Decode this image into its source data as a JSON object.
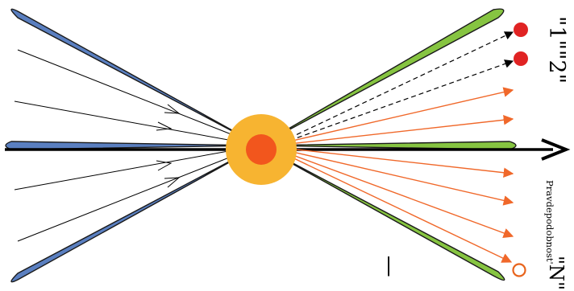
{
  "labels": {
    "particle_1": "\"1\"",
    "particle_2": "\"2\"",
    "probability_prefix": "Pravdepodobnost'",
    "probability_n": "\"N\"",
    "minus_mark": "|"
  },
  "colors": {
    "incoming_lobe": "#5a7fc0",
    "outgoing_lobe": "#86c441",
    "lobe_edge": "#1a1a1a",
    "core_outer": "#f7b431",
    "core_inner": "#f2561d",
    "outgoing_arrow": "#f0682a",
    "detected_particle": "#e02323",
    "undetected_particle": "#ffffff",
    "undetected_particle_edge": "#e8641c",
    "axis": "#000000"
  },
  "icons": {
    "particle_marker": "filled-circle",
    "missing_particle_marker": "hollow-circle",
    "axis_arrow": "arrowhead-right"
  }
}
